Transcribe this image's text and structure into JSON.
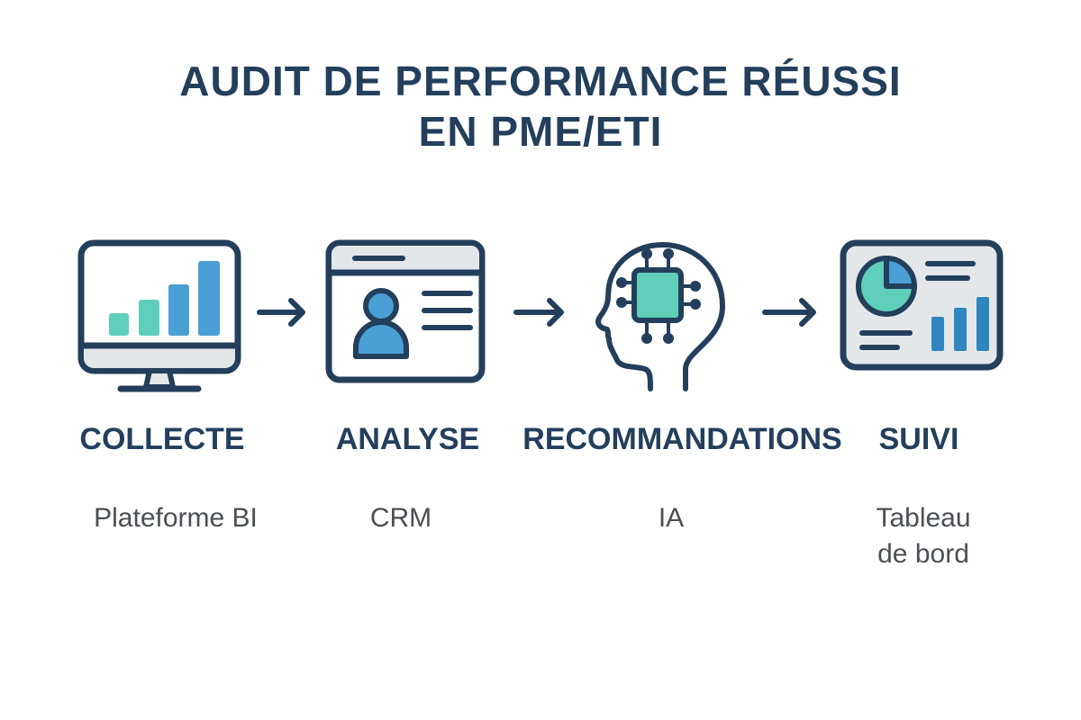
{
  "title": {
    "line1": "AUDIT DE PERFORMANCE RÉUSSI",
    "line2": "EN PME/ETI"
  },
  "colors": {
    "navy": "#233f5c",
    "teal": "#5fcfba",
    "blue": "#4a9fd4",
    "light_gray": "#e4e7ea",
    "subtext": "#4a4f55"
  },
  "steps": [
    {
      "label": "COLLECTE",
      "sub": "Plateforme BI",
      "icon": "monitor-bar-chart-icon"
    },
    {
      "label": "ANALYSE",
      "sub": "CRM",
      "icon": "profile-card-icon"
    },
    {
      "label": "RECOMMANDATIONS",
      "sub": "IA",
      "icon": "head-chip-icon"
    },
    {
      "label": "SUIVI",
      "sub_line1": "Tableau",
      "sub_line2": "de bord",
      "icon": "dashboard-icon"
    }
  ],
  "arrows": [
    "arrow-right-icon",
    "arrow-right-icon",
    "arrow-right-icon"
  ]
}
